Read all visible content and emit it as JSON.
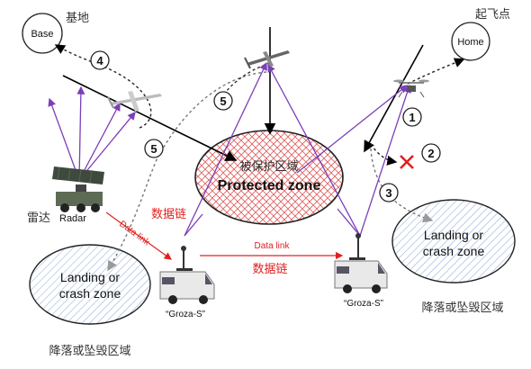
{
  "labels": {
    "base": "Base",
    "base_cn": "基地",
    "home": "Home",
    "home_cn": "起飞点",
    "protected_cn": "被保护区域",
    "protected_en": "Protected zone",
    "radar_cn": "雷达",
    "radar_en": "Radar",
    "datalink_cn_left": "数据链",
    "datalink_en_left": "Data link",
    "datalink_en_mid": "Data link",
    "datalink_cn_mid": "数据链",
    "landing_left_1": "Landing or",
    "landing_left_2": "crash zone",
    "landing_left_cn": "降落或坠毁区域",
    "landing_right_1": "Landing or",
    "landing_right_2": "crash zone",
    "landing_right_cn": "降落或坠毁区域",
    "groza_left": "“Groza-S”",
    "groza_right": "“Groza-S”"
  },
  "steps": {
    "s1": "1",
    "s2": "2",
    "s3": "3",
    "s4": "4",
    "s5a": "5",
    "s5b": "5"
  },
  "colors": {
    "purple": "#7b3fb8",
    "red": "#e02020",
    "zone_hatch": "#6a8fc8",
    "protected_hatch": "#e05a5a",
    "path_gray": "#999999"
  }
}
